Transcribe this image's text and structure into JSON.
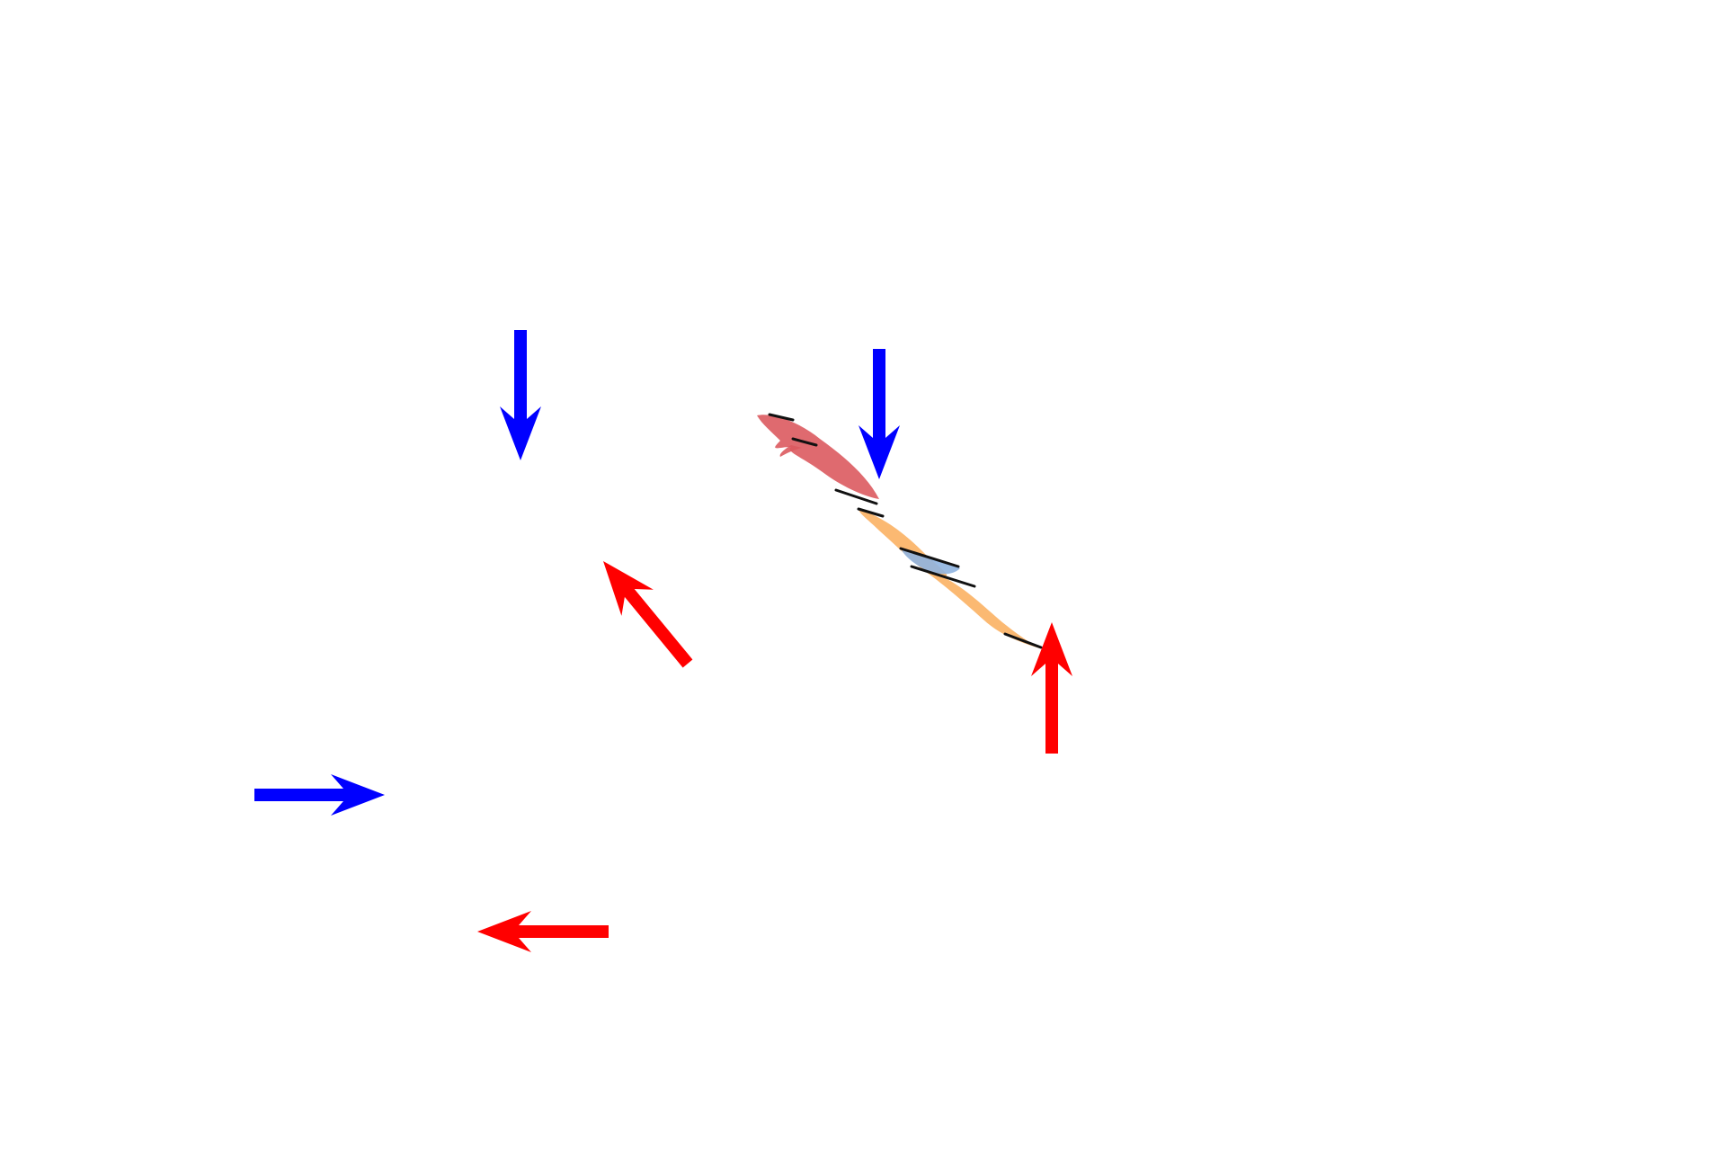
{
  "diagram": {
    "background": "#ffffff",
    "colors": {
      "blue_arrow": "#0000ff",
      "red_arrow": "#ff0000",
      "red_segment": "#dc5a5f",
      "orange_segment": "#fbb163",
      "blue_segment": "#8fb4e0",
      "outline": "#111111"
    },
    "arrows": [
      {
        "name": "blue-arrow-down-left",
        "color": "blue_arrow",
        "direction": "down"
      },
      {
        "name": "blue-arrow-down-right",
        "color": "blue_arrow",
        "direction": "down"
      },
      {
        "name": "blue-arrow-right",
        "color": "blue_arrow",
        "direction": "right"
      },
      {
        "name": "red-arrow-up-left",
        "color": "red_arrow",
        "direction": "up-left"
      },
      {
        "name": "red-arrow-up",
        "color": "red_arrow",
        "direction": "up"
      },
      {
        "name": "red-arrow-left",
        "color": "red_arrow",
        "direction": "left"
      }
    ],
    "segments": [
      {
        "name": "red-segment",
        "color": "red_segment"
      },
      {
        "name": "orange-segment",
        "color": "orange_segment"
      },
      {
        "name": "blue-segment",
        "color": "blue_segment"
      }
    ]
  }
}
